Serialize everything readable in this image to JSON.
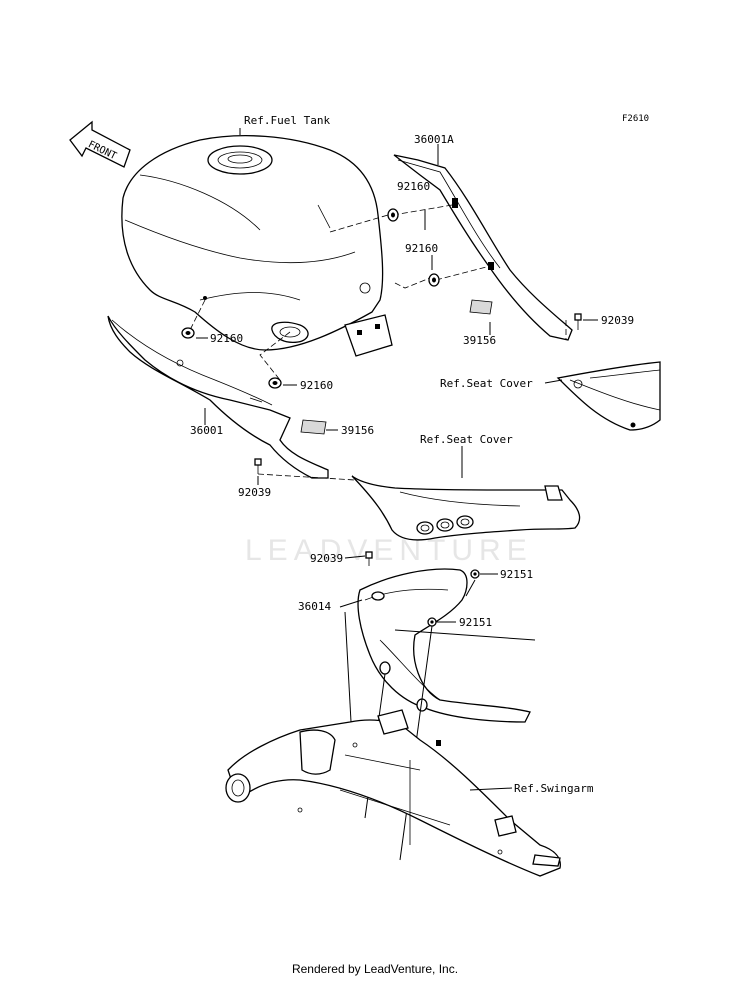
{
  "diagram_code": "F2610",
  "front_label": "FRONT",
  "watermark": "LEADVENTURE",
  "credit": "Rendered by LeadVenture, Inc.",
  "callouts": {
    "fuel_tank": "Ref.Fuel Tank",
    "part_36001A": "36001A",
    "part_92160_a": "92160",
    "part_92160_b": "92160",
    "part_92160_c": "92160",
    "part_92160_d": "92160",
    "part_92039_a": "92039",
    "part_92039_b": "92039",
    "part_92039_c": "92039",
    "part_39156_a": "39156",
    "part_39156_b": "39156",
    "seat_cover_a": "Ref.Seat Cover",
    "seat_cover_b": "Ref.Seat Cover",
    "part_36001": "36001",
    "part_36014": "36014",
    "part_92151_a": "92151",
    "part_92151_b": "92151",
    "swingarm": "Ref.Swingarm"
  }
}
